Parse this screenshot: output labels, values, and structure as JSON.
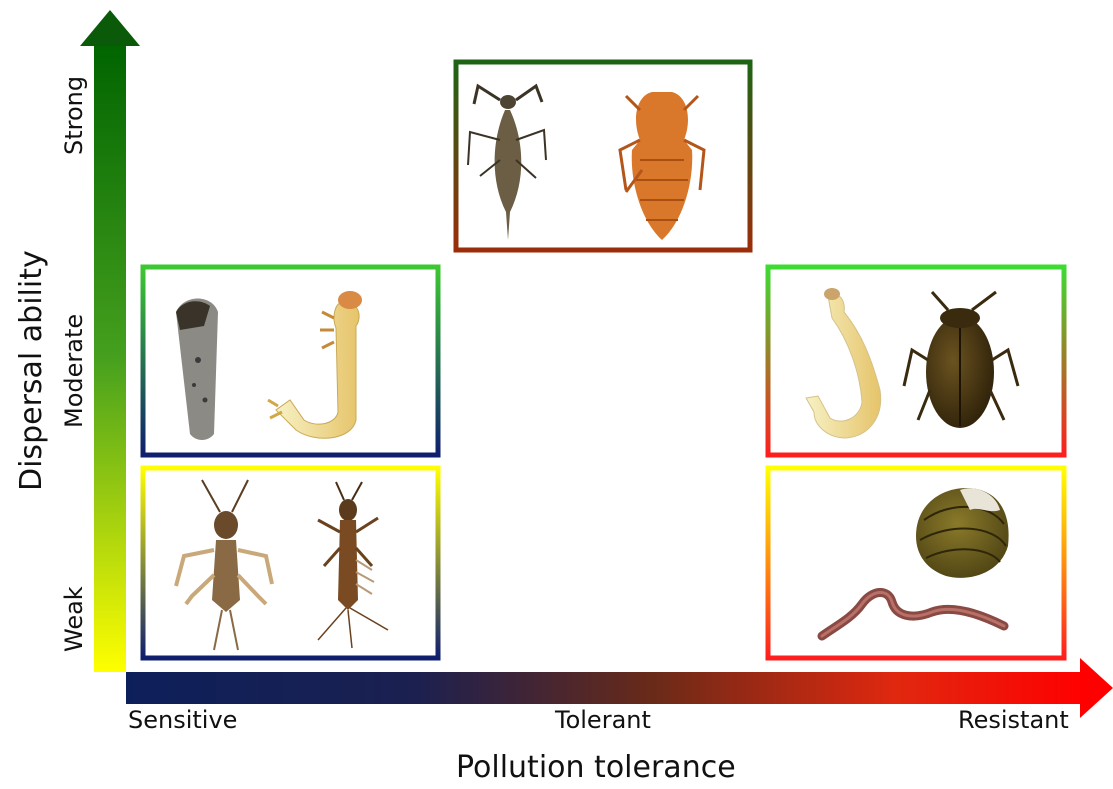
{
  "axes": {
    "y_title": "Dispersal ability",
    "y_levels": [
      "Strong",
      "Moderate",
      "Weak"
    ],
    "x_title": "Pollution tolerance",
    "x_levels": [
      "Sensitive",
      "Tolerant",
      "Resistant"
    ],
    "y_gradient": [
      "#ffff00",
      "#46a01e",
      "#006400"
    ],
    "x_gradient": [
      "#0d1f5a",
      "#5a2a20",
      "#d23214",
      "#ff0000"
    ]
  },
  "groups": [
    {
      "id": "strong-tolerant",
      "dispersal": "Strong",
      "tolerance": "Tolerant",
      "border_top": "#1e6414",
      "border_bottom": "#9b2d0a",
      "organisms": [
        "water-scorpion",
        "dragonfly-nymph"
      ]
    },
    {
      "id": "moderate-sensitive",
      "dispersal": "Moderate",
      "tolerance": "Sensitive",
      "border_top": "#3cc832",
      "border_bottom": "#0f1e6e",
      "organisms": [
        "caddisfly-case",
        "caddisfly-larva"
      ]
    },
    {
      "id": "weak-sensitive",
      "dispersal": "Weak",
      "tolerance": "Sensitive",
      "border_top": "#ffff00",
      "border_bottom": "#0f1e6e",
      "organisms": [
        "stonefly-nymph",
        "mayfly-nymph"
      ]
    },
    {
      "id": "moderate-resistant",
      "dispersal": "Moderate",
      "tolerance": "Resistant",
      "border_top": "#3cdc32",
      "border_bottom": "#ff1e1e",
      "organisms": [
        "midge-larva",
        "diving-beetle"
      ]
    },
    {
      "id": "weak-resistant",
      "dispersal": "Weak",
      "tolerance": "Resistant",
      "border_top": "#ffff00",
      "border_bottom": "#ff1e1e",
      "organisms": [
        "clam",
        "earthworm"
      ]
    }
  ]
}
